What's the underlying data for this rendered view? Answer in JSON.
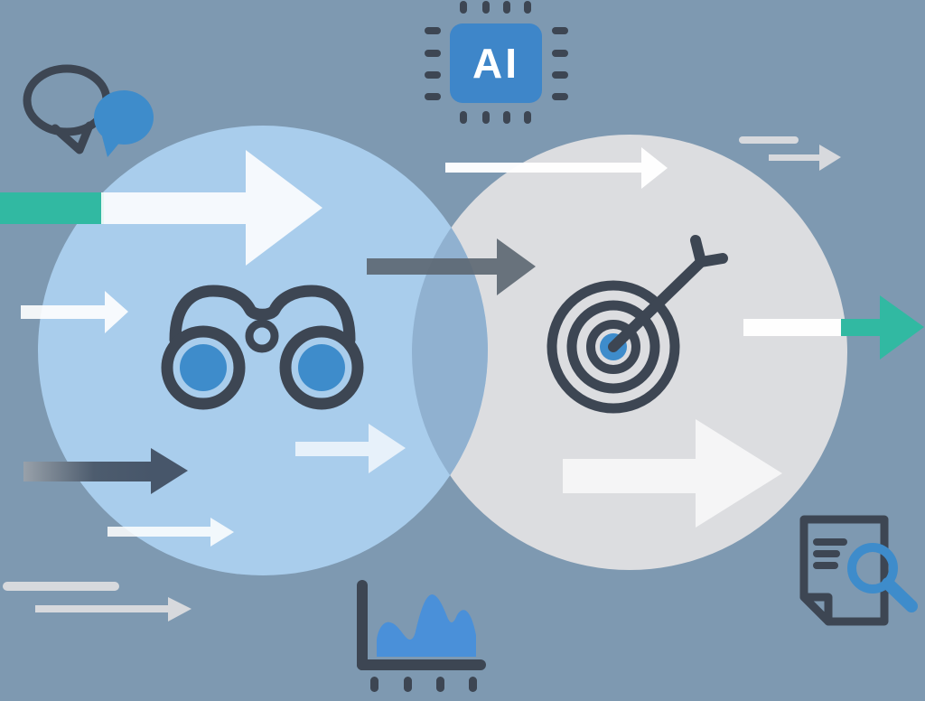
{
  "illustration": {
    "title": "AI discovery and targeting illustration",
    "chip_label": "AI"
  },
  "palette": {
    "bg": "#7e99b1",
    "circle-left": "#a9cdec",
    "circle-right": "#dcdde0",
    "circle-overlap": "#90b1d0",
    "ink-dark": "#3d4653",
    "arrow-dark": "#5d6873",
    "arrow-dark-head": "#47566a",
    "arrow-dark-tail-start": "#98a1aa",
    "arrow-gray-light": "#d7d9dd",
    "teal": "#31b9a2",
    "icon-blue": "#3e8ccb",
    "chip-blue": "#3e86c9",
    "chart-blue": "#4a90d9",
    "white": "#ffffff"
  },
  "icons": {
    "speech-bubbles": "conversation",
    "ai-chip": "artificial intelligence processor",
    "binoculars": "discovery / observation",
    "target-arrow": "goal / targeting",
    "area-chart": "analytics",
    "document-magnifier": "document research",
    "flow-arrows": "data flow left to right"
  }
}
